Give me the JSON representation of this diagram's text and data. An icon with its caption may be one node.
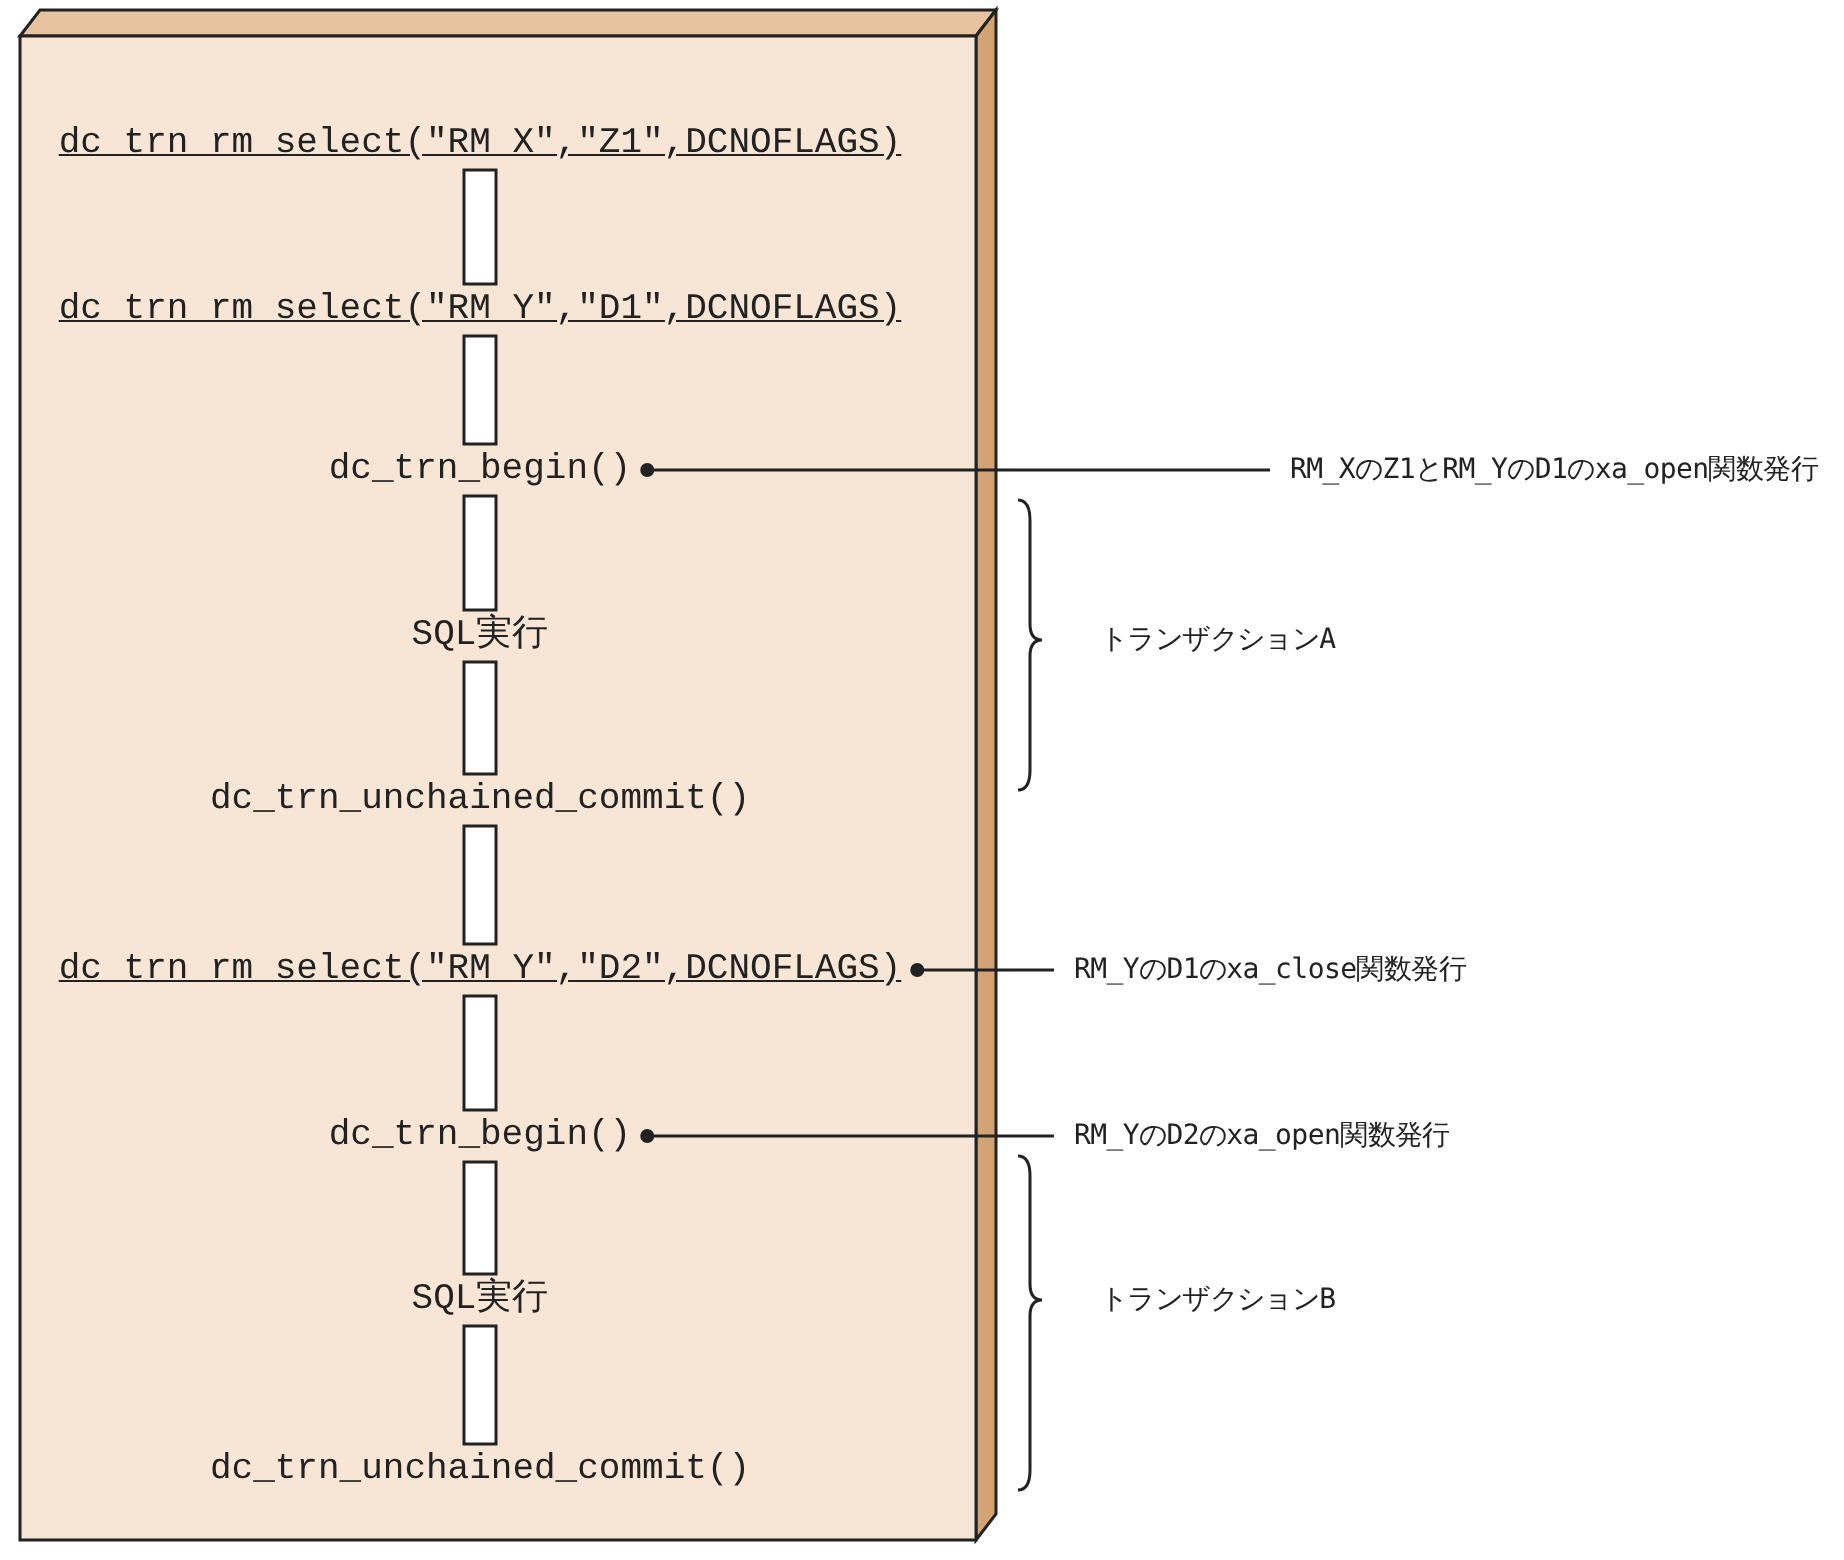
{
  "diagram": {
    "nodes": [
      {
        "text": [
          "dc_trn_rm_select(\"RM_X\",\"Z1\",DCNOFLAGS)"
        ]
      },
      {
        "text": [
          "dc_trn_rm_select(\"RM_Y\",\"D1\",DCNOFLAGS)"
        ]
      },
      {
        "text": [
          "dc_trn_begin()"
        ]
      },
      {
        "text": [
          "SQL実行"
        ]
      },
      {
        "text": [
          "dc_trn_unchained_commit()"
        ]
      },
      {
        "text": [
          "dc_trn_rm_select(\"RM_Y\",\"D2\",DCNOFLAGS)"
        ]
      },
      {
        "text": [
          "dc_trn_begin()"
        ]
      },
      {
        "text": [
          "SQL実行"
        ]
      },
      {
        "text": [
          "dc_trn_unchained_commit()"
        ]
      },
      {
        "text": [
          "RM_XのZ1とRM_YのD1のxa_open関数発行"
        ]
      },
      {
        "text": [
          "RM_YのD1のxa_close関数発行"
        ]
      },
      {
        "text": [
          "RM_YのD2のxa_open関数発行"
        ]
      }
    ],
    "edges": [
      {
        "from": 0,
        "to": 1,
        "arrow": "none"
      },
      {
        "from": 1,
        "to": 2,
        "arrow": "none"
      },
      {
        "from": 2,
        "to": 3,
        "arrow": "none"
      },
      {
        "from": 3,
        "to": 4,
        "arrow": "none"
      },
      {
        "from": 4,
        "to": 5,
        "arrow": "none"
      },
      {
        "from": 5,
        "to": 6,
        "arrow": "none"
      },
      {
        "from": 6,
        "to": 7,
        "arrow": "none"
      },
      {
        "from": 7,
        "to": 8,
        "arrow": "none"
      },
      {
        "from": 2,
        "to": 9,
        "arrow": "other"
      },
      {
        "from": 5,
        "to": 10,
        "arrow": "other"
      },
      {
        "from": 6,
        "to": 11,
        "arrow": "other"
      }
    ],
    "labels": [
      "トランザクションA",
      "トランザクションB"
    ]
  }
}
